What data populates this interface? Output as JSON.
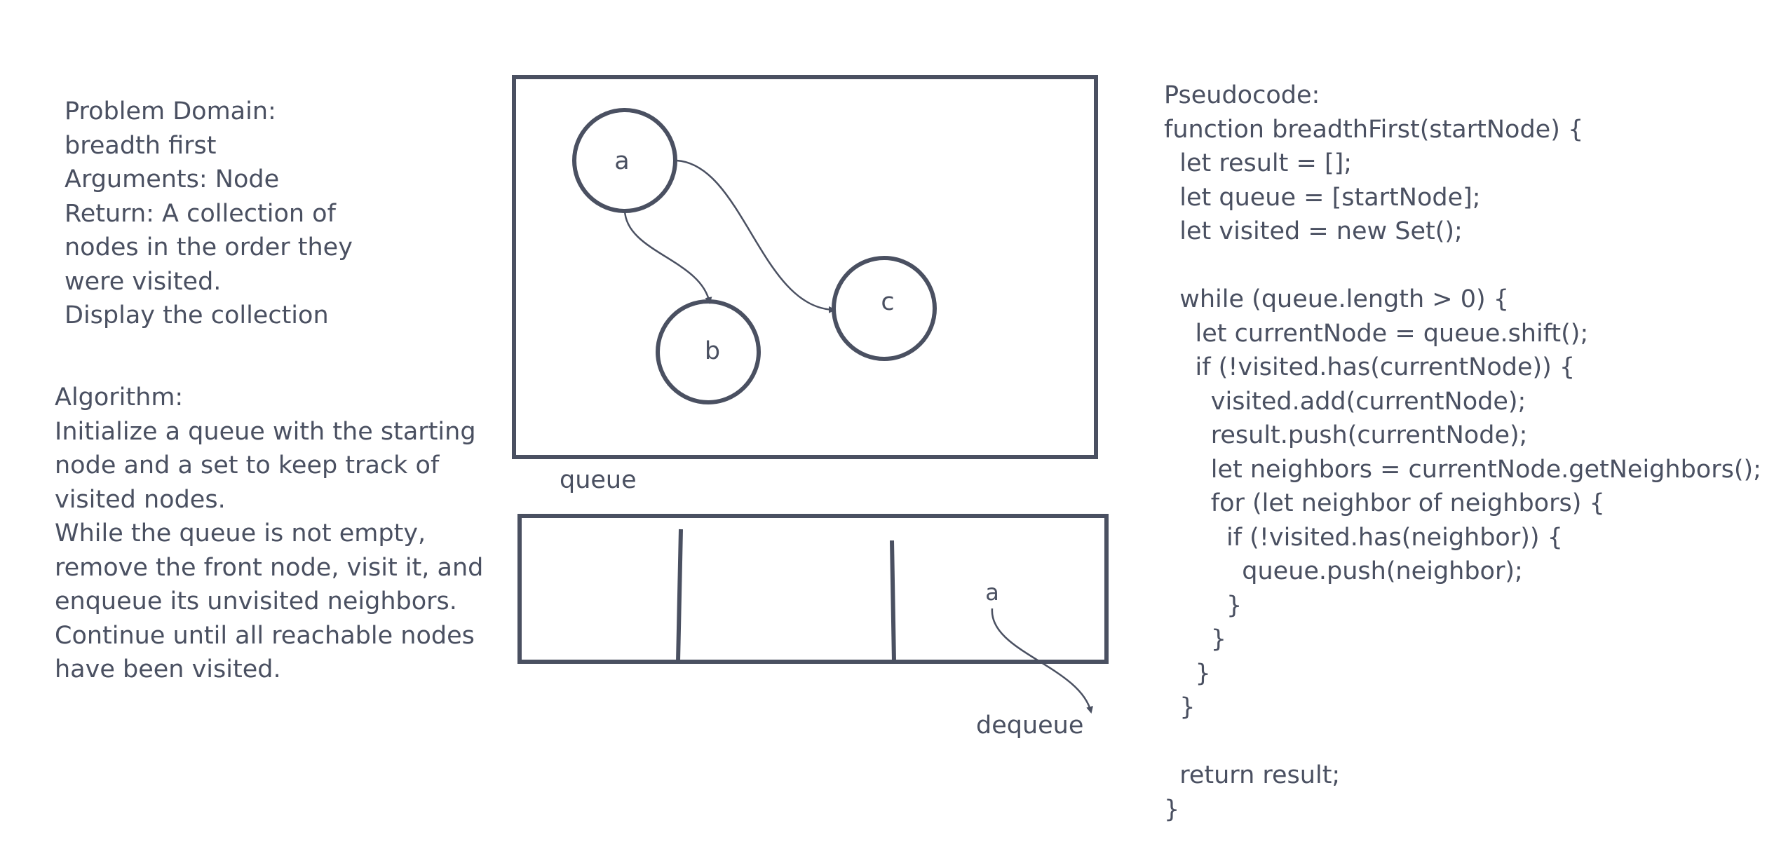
{
  "problem_domain": {
    "lines": [
      "Problem Domain:",
      "breadth first",
      "Arguments: Node",
      "Return: A collection of",
      "nodes in the order they",
      "were visited.",
      "Display the collection"
    ]
  },
  "algorithm": {
    "lines": [
      "Algorithm:",
      "Initialize a queue with the starting",
      "node and a set to keep track of",
      "visited nodes.",
      "While the queue is not empty,",
      "remove the front node, visit it, and",
      "enqueue its unvisited neighbors.",
      "Continue until all reachable nodes",
      "have been visited."
    ]
  },
  "pseudocode": {
    "lines": [
      "Pseudocode:",
      "function breadthFirst(startNode) {",
      "  let result = [];",
      "  let queue = [startNode];",
      "  let visited = new Set();",
      "",
      "  while (queue.length > 0) {",
      "    let currentNode = queue.shift();",
      "    if (!visited.has(currentNode)) {",
      "      visited.add(currentNode);",
      "      result.push(currentNode);",
      "      let neighbors = currentNode.getNeighbors();",
      "      for (let neighbor of neighbors) {",
      "        if (!visited.has(neighbor)) {",
      "          queue.push(neighbor);",
      "        }",
      "      }",
      "    }",
      "  }",
      "",
      "  return result;",
      "}"
    ]
  },
  "graph": {
    "nodes": {
      "a": "a",
      "b": "b",
      "c": "c"
    }
  },
  "queue": {
    "label": "queue",
    "item": "a",
    "dequeue_label": "dequeue"
  },
  "colors": {
    "ink": "#4a5061",
    "background": "#ffffff"
  }
}
